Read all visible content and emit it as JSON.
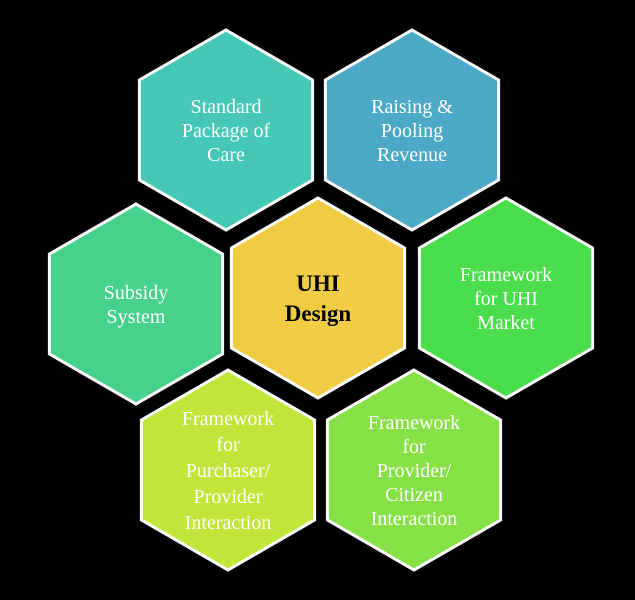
{
  "hexagons": [
    {
      "id": "standard-package",
      "lines": [
        "Standard",
        "Package of",
        "Care"
      ],
      "color": "#45c9b6"
    },
    {
      "id": "raising-pooling",
      "lines": [
        "Raising &",
        "Pooling",
        "Revenue"
      ],
      "color": "#4ba9c6"
    },
    {
      "id": "subsidy-system",
      "lines": [
        "Subsidy",
        "System"
      ],
      "color": "#47d28c"
    },
    {
      "id": "uhi-design",
      "lines": [
        "UHI",
        "Design"
      ],
      "color": "#f1cd45",
      "center": true
    },
    {
      "id": "framework-market",
      "lines": [
        "Framework",
        "for UHI",
        "Market"
      ],
      "color": "#4ade4c"
    },
    {
      "id": "framework-purchaser",
      "lines": [
        "Framework",
        "for",
        "Purchaser/",
        "Provider",
        "Interaction"
      ],
      "color": "#c2e63c"
    },
    {
      "id": "framework-citizen",
      "lines": [
        "Framework",
        "for",
        "Provider/",
        "Citizen",
        "Interaction"
      ],
      "color": "#86e146"
    }
  ]
}
